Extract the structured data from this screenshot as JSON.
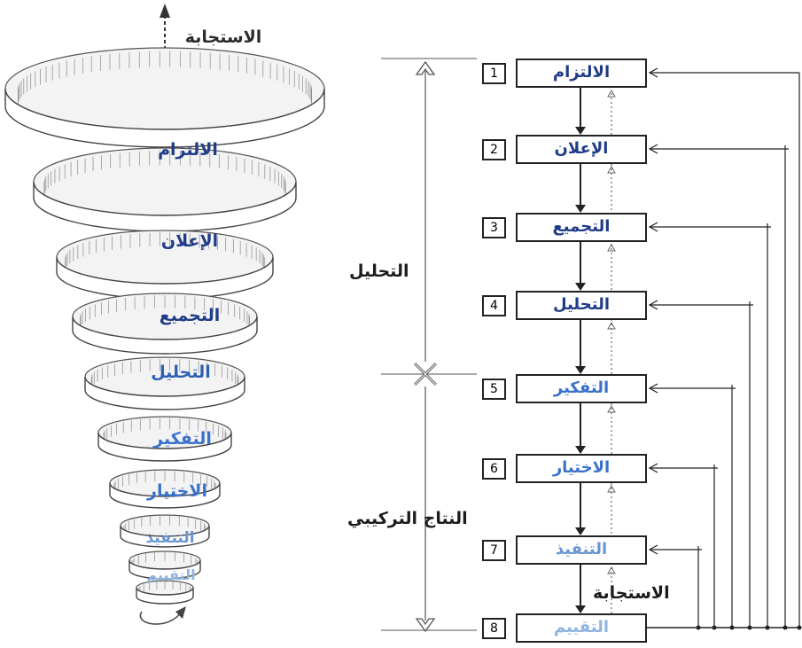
{
  "colors": {
    "navy": "#1f3c88",
    "blue": "#3b72c9",
    "light_blue": "#7aa3d8",
    "line": "#222222"
  },
  "spiral": {
    "labels": [
      {
        "text": "الاستجابة",
        "color": "#2b2b2b"
      },
      {
        "text": "الالتزام",
        "color": "#1f3c88"
      },
      {
        "text": "الإعلان",
        "color": "#1f3c88"
      },
      {
        "text": "التجميع",
        "color": "#1f3c88"
      },
      {
        "text": "التحليل",
        "color": "#2d5fb5"
      },
      {
        "text": "التفكير",
        "color": "#3b72c9"
      },
      {
        "text": "الاختيار",
        "color": "#3b72c9"
      },
      {
        "text": "التنفيذ",
        "color": "#6a97d1"
      },
      {
        "text": "التقييم",
        "color": "#8fb4e0"
      }
    ]
  },
  "flow": {
    "steps": [
      {
        "num": "1",
        "label": "الالتزام",
        "color": "#1f3c88"
      },
      {
        "num": "2",
        "label": "الإعلان",
        "color": "#1f3c88"
      },
      {
        "num": "3",
        "label": "التجميع",
        "color": "#1f3c88"
      },
      {
        "num": "4",
        "label": "التحليل",
        "color": "#1f3c88"
      },
      {
        "num": "5",
        "label": "التفكير",
        "color": "#3b72c9"
      },
      {
        "num": "6",
        "label": "الاختيار",
        "color": "#3b72c9"
      },
      {
        "num": "7",
        "label": "التنفيذ",
        "color": "#6a97d1"
      },
      {
        "num": "8",
        "label": "التقييم",
        "color": "#8fb4e0"
      }
    ],
    "analysis_label": "التحليل",
    "synthesis_label": "النتاج التركيبي",
    "response_label": "الاستجابة"
  }
}
